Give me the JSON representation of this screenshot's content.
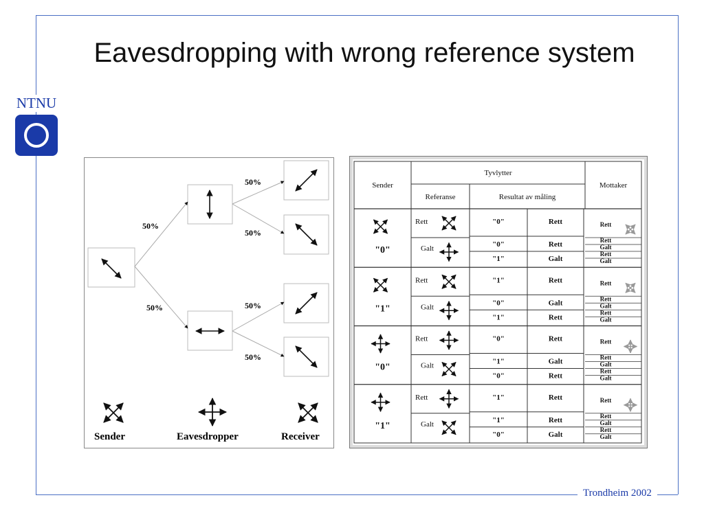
{
  "slide": {
    "title": "Eavesdropping with wrong reference system",
    "logo_text": "NTNU",
    "footer": "Trondheim 2002"
  },
  "tree": {
    "prob_top": "50%",
    "prob_bottom": "50%",
    "prob_tl": "50%",
    "prob_tr": "50%",
    "prob_bl": "50%",
    "prob_br": "50%",
    "legend": {
      "sender": "Sender",
      "eavesdropper": "Eavesdropper",
      "receiver": "Receiver"
    }
  },
  "table": {
    "headers": {
      "sender": "Sender",
      "tyvlytter": "Tyvlytter",
      "mottaker": "Mottaker",
      "referanse": "Referanse",
      "resultat": "Resultat av måling"
    },
    "groups": [
      {
        "bit": "\"0\"",
        "basis": "diagonal",
        "refs": [
          {
            "label": "Rett",
            "basis": "diagonal",
            "rows": [
              {
                "value": "\"0\"",
                "result": "Rett"
              }
            ]
          },
          {
            "label": "Galt",
            "basis": "rect",
            "rows": [
              {
                "value": "\"0\"",
                "result": "Rett"
              },
              {
                "value": "\"1\"",
                "result": "Galt"
              }
            ]
          }
        ],
        "mottaker": [
          "Rett",
          "Rett",
          "Galt",
          "Rett",
          "Galt"
        ]
      },
      {
        "bit": "\"1\"",
        "basis": "diagonal",
        "refs": [
          {
            "label": "Rett",
            "basis": "diagonal",
            "rows": [
              {
                "value": "\"1\"",
                "result": "Rett"
              }
            ]
          },
          {
            "label": "Galt",
            "basis": "rect",
            "rows": [
              {
                "value": "\"0\"",
                "result": "Galt"
              },
              {
                "value": "\"1\"",
                "result": "Rett"
              }
            ]
          }
        ],
        "mottaker": [
          "Rett",
          "Rett",
          "Galt",
          "Rett",
          "Galt"
        ]
      },
      {
        "bit": "\"0\"",
        "basis": "rect",
        "refs": [
          {
            "label": "Rett",
            "basis": "rect",
            "rows": [
              {
                "value": "\"0\"",
                "result": "Rett"
              }
            ]
          },
          {
            "label": "Galt",
            "basis": "diagonal",
            "rows": [
              {
                "value": "\"1\"",
                "result": "Galt"
              },
              {
                "value": "\"0\"",
                "result": "Rett"
              }
            ]
          }
        ],
        "mottaker": [
          "Rett",
          "Rett",
          "Galt",
          "Rett",
          "Galt"
        ]
      },
      {
        "bit": "\"1\"",
        "basis": "rect",
        "refs": [
          {
            "label": "Rett",
            "basis": "rect",
            "rows": [
              {
                "value": "\"1\"",
                "result": "Rett"
              }
            ]
          },
          {
            "label": "Galt",
            "basis": "diagonal",
            "rows": [
              {
                "value": "\"1\"",
                "result": "Rett"
              },
              {
                "value": "\"0\"",
                "result": "Galt"
              }
            ]
          }
        ],
        "mottaker": [
          "Rett",
          "Rett",
          "Galt",
          "Rett",
          "Galt"
        ]
      }
    ]
  },
  "colors": {
    "frame": "#4a6fc4",
    "logo": "#1a3aa8",
    "ink": "#111111"
  }
}
